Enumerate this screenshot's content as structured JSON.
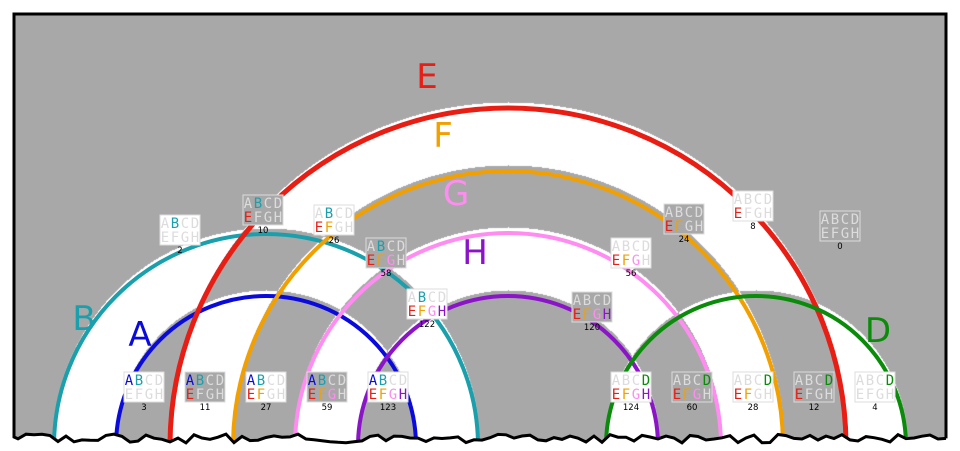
{
  "colors": {
    "background": "#a8a8a8",
    "region_fill": "#ffffff",
    "frame": "#000000",
    "faded_letter": "#dcdcdc",
    "A": "#0a0adc",
    "B": "#1aa0ac",
    "C": "#000000",
    "D": "#0a8c0a",
    "E": "#e81e14",
    "F": "#f2a000",
    "G": "#ff8cf0",
    "H": "#8c14c8"
  },
  "sets": [
    {
      "id": "B",
      "label": "B"
    },
    {
      "id": "A",
      "label": "A"
    },
    {
      "id": "E",
      "label": "E"
    },
    {
      "id": "F",
      "label": "F"
    },
    {
      "id": "G",
      "label": "G"
    },
    {
      "id": "H",
      "label": "H"
    },
    {
      "id": "D",
      "label": "D"
    }
  ],
  "letter_grid": [
    [
      "A",
      "B",
      "C",
      "D"
    ],
    [
      "E",
      "F",
      "G",
      "H"
    ]
  ],
  "regions": [
    {
      "number": "2",
      "members": [
        "B"
      ],
      "shaded": false
    },
    {
      "number": "10",
      "members": [
        "B",
        "E"
      ],
      "shaded": true
    },
    {
      "number": "26",
      "members": [
        "B",
        "E",
        "F"
      ],
      "shaded": false
    },
    {
      "number": "58",
      "members": [
        "B",
        "E",
        "F",
        "G"
      ],
      "shaded": true
    },
    {
      "number": "122",
      "members": [
        "B",
        "E",
        "F",
        "G",
        "H"
      ],
      "shaded": false
    },
    {
      "number": "3",
      "members": [
        "A",
        "B"
      ],
      "shaded": false
    },
    {
      "number": "11",
      "members": [
        "A",
        "B",
        "E"
      ],
      "shaded": true
    },
    {
      "number": "27",
      "members": [
        "A",
        "B",
        "E",
        "F"
      ],
      "shaded": false
    },
    {
      "number": "59",
      "members": [
        "A",
        "B",
        "E",
        "F",
        "G"
      ],
      "shaded": true
    },
    {
      "number": "123",
      "members": [
        "A",
        "B",
        "E",
        "F",
        "G",
        "H"
      ],
      "shaded": false
    },
    {
      "number": "120",
      "members": [
        "E",
        "F",
        "G",
        "H"
      ],
      "shaded": true
    },
    {
      "number": "56",
      "members": [
        "E",
        "F",
        "G"
      ],
      "shaded": false
    },
    {
      "number": "24",
      "members": [
        "E",
        "F"
      ],
      "shaded": true
    },
    {
      "number": "8",
      "members": [
        "E"
      ],
      "shaded": false
    },
    {
      "number": "0",
      "members": [],
      "shaded": true
    },
    {
      "number": "124",
      "members": [
        "D",
        "E",
        "F",
        "G",
        "H"
      ],
      "shaded": false
    },
    {
      "number": "60",
      "members": [
        "D",
        "E",
        "F",
        "G"
      ],
      "shaded": true
    },
    {
      "number": "28",
      "members": [
        "D",
        "E",
        "F"
      ],
      "shaded": false
    },
    {
      "number": "12",
      "members": [
        "D",
        "E"
      ],
      "shaded": true
    },
    {
      "number": "4",
      "members": [
        "D"
      ],
      "shaded": false
    }
  ]
}
